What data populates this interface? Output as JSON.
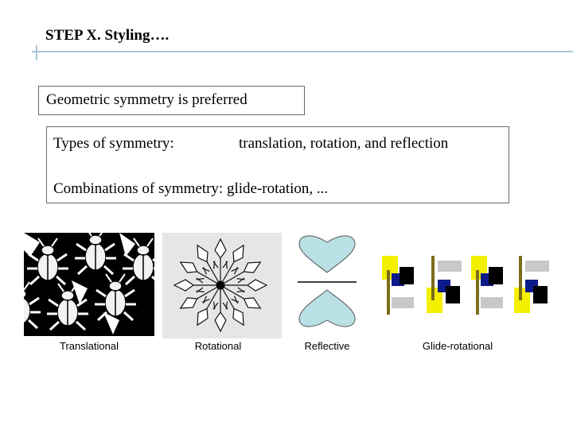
{
  "slide": {
    "title": "STEP X. Styling….",
    "box1_text": "Geometric symmetry is preferred",
    "types_label": "Types of symmetry:",
    "types_value": "translation, rotation, and reflection",
    "combinations": "Combinations of symmetry: glide-rotation, ..."
  },
  "images": [
    {
      "caption": "Translational",
      "icon": "beetle-tessellation"
    },
    {
      "caption": "Rotational",
      "icon": "snowflake-star"
    },
    {
      "caption": "Reflective",
      "icon": "mirrored-hearts"
    },
    {
      "caption": "Glide-rotational",
      "icon": "glide-rotated-flags"
    }
  ],
  "colors": {
    "accent_rule": "#a9c6d3",
    "heart_fill": "#b9e0e4",
    "flag_yellow": "#f4f000",
    "flag_navy": "#0d1a8a",
    "flag_olive": "#7a6d1a",
    "flag_gray": "#c8c8c8"
  }
}
